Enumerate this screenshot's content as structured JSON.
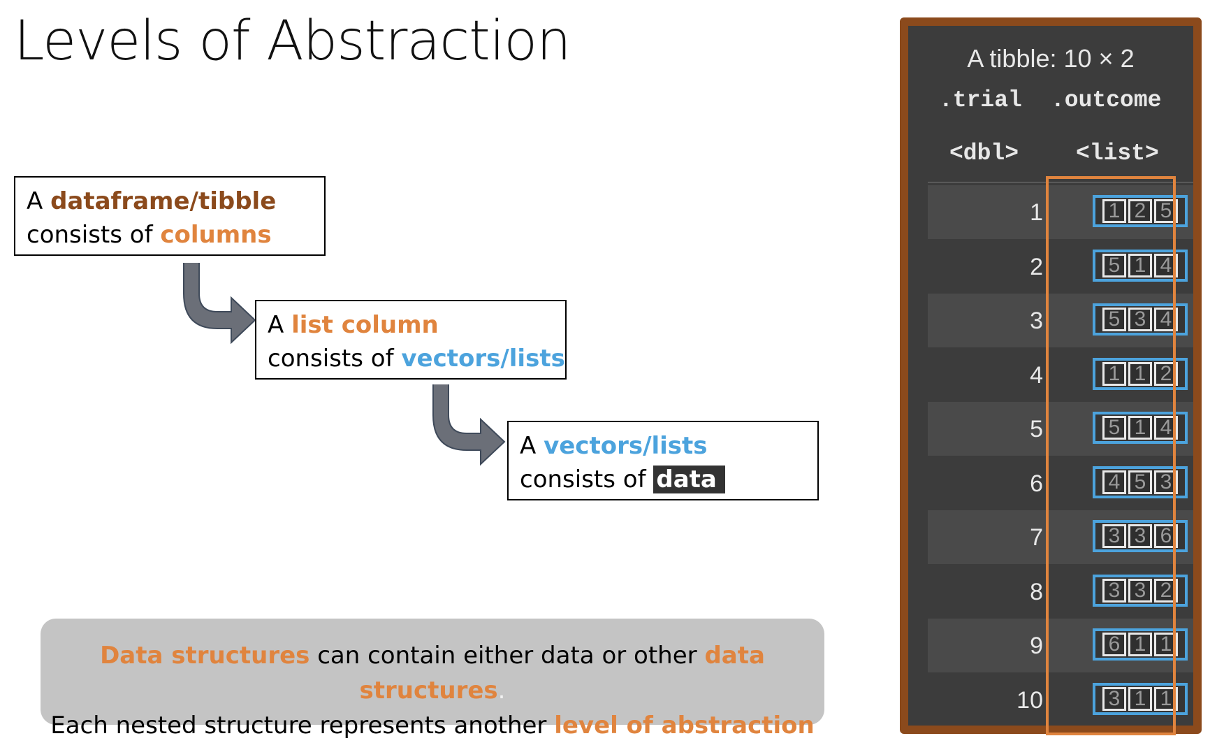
{
  "title": "Levels of Abstraction",
  "boxes": [
    {
      "prefix": "A ",
      "highlight": "dataframe/tibble",
      "line2_prefix": "consists of ",
      "line2_highlight": "columns"
    },
    {
      "prefix": "A ",
      "highlight": "list column",
      "line2_prefix": "consists of ",
      "line2_highlight": "vectors/lists"
    },
    {
      "prefix": "A ",
      "highlight": "vectors/lists",
      "line2_prefix": "consists of ",
      "line2_highlight": "data"
    }
  ],
  "note": {
    "line1": [
      {
        "text": "Data structures",
        "style": "orange"
      },
      {
        "text": " can contain either data or other ",
        "style": "plain"
      },
      {
        "text": "data structures",
        "style": "orange"
      },
      {
        "text": ".",
        "style": "dot"
      }
    ],
    "line2": [
      {
        "text": "Each nested structure represents another ",
        "style": "plain"
      },
      {
        "text": "level of abstraction",
        "style": "orange"
      }
    ]
  },
  "tibble": {
    "caption": "A tibble: 10 × 2",
    "columns": [
      ".trial",
      ".outcome"
    ],
    "types": [
      "<dbl>",
      "<list>"
    ],
    "rows": [
      {
        "trial": "1",
        "outcome": [
          "1",
          "2",
          "5"
        ]
      },
      {
        "trial": "2",
        "outcome": [
          "5",
          "1",
          "4"
        ]
      },
      {
        "trial": "3",
        "outcome": [
          "5",
          "3",
          "4"
        ]
      },
      {
        "trial": "4",
        "outcome": [
          "1",
          "1",
          "2"
        ]
      },
      {
        "trial": "5",
        "outcome": [
          "5",
          "1",
          "4"
        ]
      },
      {
        "trial": "6",
        "outcome": [
          "4",
          "5",
          "3"
        ]
      },
      {
        "trial": "7",
        "outcome": [
          "3",
          "3",
          "6"
        ]
      },
      {
        "trial": "8",
        "outcome": [
          "3",
          "3",
          "2"
        ]
      },
      {
        "trial": "9",
        "outcome": [
          "6",
          "1",
          "1"
        ]
      },
      {
        "trial": "10",
        "outcome": [
          "3",
          "1",
          "1"
        ]
      }
    ]
  },
  "colors": {
    "brown": "#8b4a1c",
    "orange": "#e0843e",
    "blue": "#4ca3dd",
    "panel_bg": "#3c3c3c",
    "arrow": "#6b6f78"
  },
  "icons": [
    "curved-arrow-icon",
    "curved-arrow-icon"
  ]
}
